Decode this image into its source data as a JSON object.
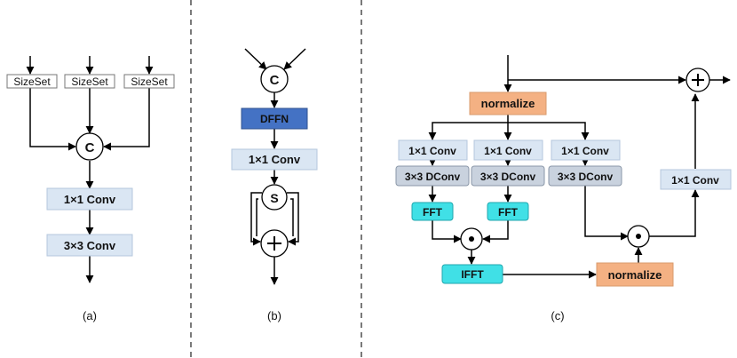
{
  "panel_a": {
    "inputs": [
      "SizeSet",
      "SizeSet",
      "SizeSet"
    ],
    "concat": "C",
    "conv1": "1×1 Conv",
    "conv3": "3×3 Conv",
    "caption": "(a)"
  },
  "panel_b": {
    "concat": "C",
    "dffn": "DFFN",
    "conv1": "1×1 Conv",
    "split": "S",
    "add": "+",
    "caption": "(b)"
  },
  "panel_c": {
    "normalize_top": "normalize",
    "conv1_branches": [
      "1×1 Conv",
      "1×1 Conv",
      "1×1 Conv"
    ],
    "dconv_branches": [
      "3×3 DConv",
      "3×3 DConv",
      "3×3 DConv"
    ],
    "fft": [
      "FFT",
      "FFT"
    ],
    "ifft": "IFFT",
    "normalize_bottom": "normalize",
    "conv1_right": "1×1 Conv",
    "add": "+",
    "caption": "(c)"
  },
  "colors": {
    "light_box": "#dae6f3",
    "dffn": "#4472c4",
    "normalize": "#f4b183",
    "fft": "#40e0e6",
    "dconv": "#c9d2de"
  }
}
